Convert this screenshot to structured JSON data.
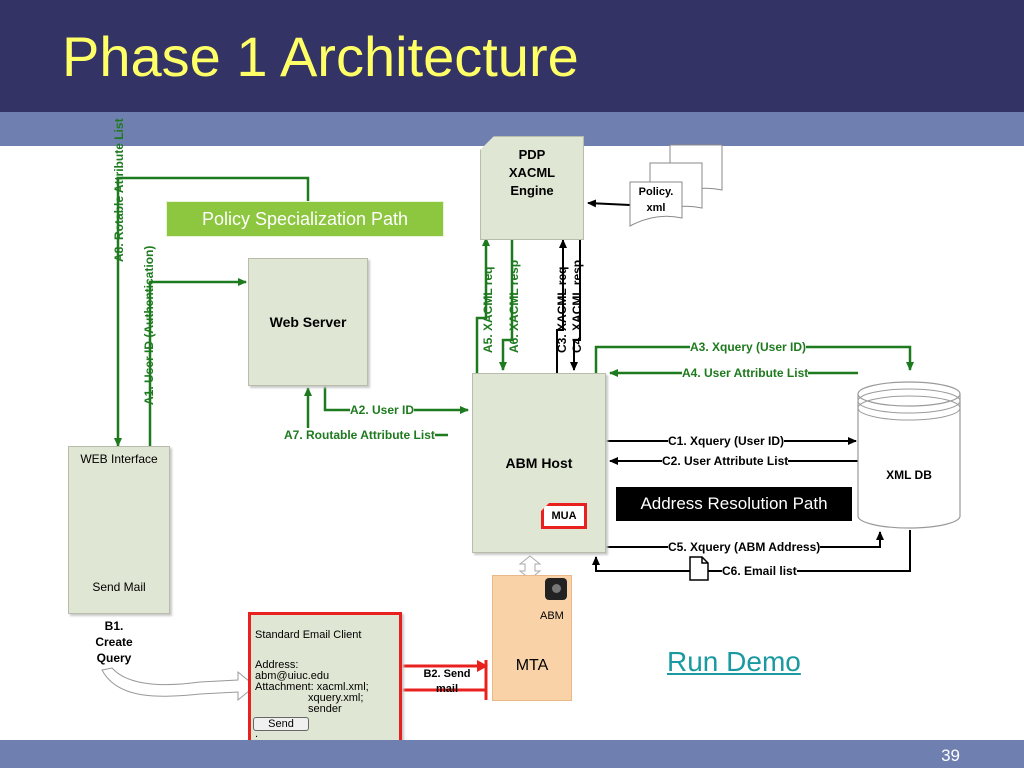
{
  "title": "Phase 1 Architecture",
  "page_number": "39",
  "nodes": {
    "pdp": [
      "PDP",
      "XACML",
      "Engine"
    ],
    "policy": [
      "Policy.",
      "xml"
    ],
    "web_server": "Web Server",
    "abm_host": "ABM Host",
    "xml_db": "XML DB",
    "mua": "MUA",
    "mta": "MTA",
    "abm": "ABM",
    "web_interface": "WEB Interface",
    "send_mail": "Send Mail",
    "email_client": {
      "title": "Standard Email Client",
      "address_label": "Address:",
      "address_value": "abm@uiuc.edu",
      "attachment_line": "Attachment: xacml.xml;",
      "attachment_more": "xquery.xml;",
      "attachment_more2": "sender",
      "send_button": "Send",
      "dot": "."
    }
  },
  "banners": {
    "policy_path": "Policy Specialization Path",
    "address_path": "Address Resolution Path"
  },
  "flows": {
    "a1": "A1. User ID (Authentication)",
    "a2": "A2. User ID",
    "a3": "A3. Xquery (User ID)",
    "a4": "A4. User Attribute List",
    "a5": "A5. XACML req",
    "a6": "A6. XACML resp",
    "a7": "A7. Routable Attribute List",
    "a8": "A8. Rotable Attribute List",
    "b1": [
      "B1.",
      "Create",
      "Query"
    ],
    "b2": [
      "B2. Send",
      "mail"
    ],
    "c1": "C1. Xquery (User ID)",
    "c2": "C2. User Attribute List",
    "c3": "C3. XACML req",
    "c4": "C4. XACML resp",
    "c5": "C5. Xquery (ABM Address)",
    "c6": "C6. Email list"
  },
  "link": "Run Demo",
  "colors": {
    "title_bg": "#333366",
    "title_text": "#ffff66",
    "band": "#6f7fb0",
    "box_fill": "#e0e6d4",
    "policy_banner": "#8dc63f",
    "path_green": "#1e7a1e",
    "mta_fill": "#fad2a8",
    "client_border": "#e8201e",
    "link_color": "#1a9aa0"
  }
}
